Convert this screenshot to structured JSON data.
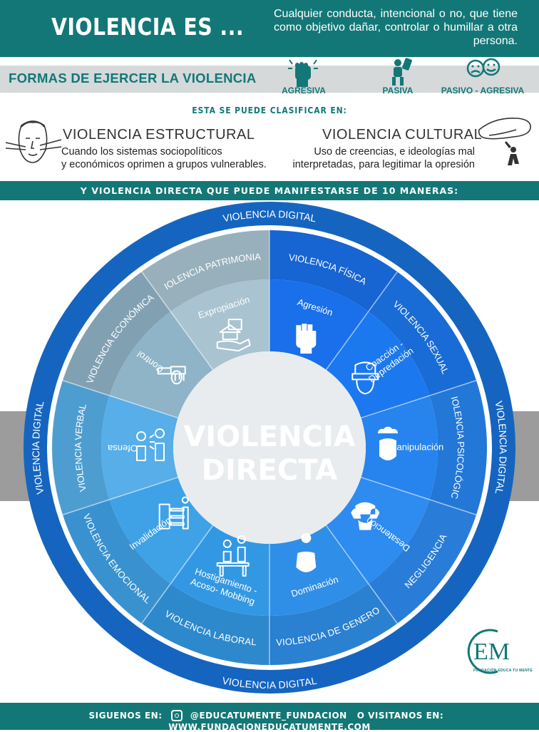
{
  "header": {
    "title": "VIOLENCIA ES ...",
    "definition": "Cualquier conducta, intencional o no, que tiene como objetivo dañar, controlar o humillar a otra persona."
  },
  "formas": {
    "title": "FORMAS DE EJERCER LA VIOLENCIA",
    "items": [
      {
        "label": "AGRESIVA",
        "icon": "fist-icon"
      },
      {
        "label": "PASIVA",
        "icon": "shield-person-icon"
      },
      {
        "label": "PASIVO - AGRESIVA",
        "icon": "two-faces-icon"
      }
    ]
  },
  "clasificacion": {
    "heading": "ESTA SE PUEDE CLASIFICAR EN:",
    "estructural": {
      "title": "VIOLENCIA ESTRUCTURAL",
      "desc_line1": "Cuando los sistemas sociopolíticos",
      "desc_line2": "y económicos oprimen a grupos vulnerables."
    },
    "cultural": {
      "title": "VIOLENCIA CULTURAL",
      "desc": "Uso de creencias, e ideologías mal interpretadas, para legitimar la opresión"
    }
  },
  "directa_heading": "Y VIOLENCIA DIRECTA QUE PUEDE MANIFESTARSE DE 10 MANERAS:",
  "wheel": {
    "center_line1": "VIOLENCIA",
    "center_line2": "DIRECTA",
    "outer_ring_label": "VIOLENCIA DIGITAL",
    "segments": [
      {
        "category": "VIOLENCIA FÍSICA",
        "item": "Agresión",
        "icon": "fist-icon",
        "color": "#1a6fea"
      },
      {
        "category": "VIOLENCIA SEXUAL",
        "item": "Coacción - Depredación",
        "icon": "blindfold-icon",
        "color": "#1c78ee"
      },
      {
        "category": "VIOLENCIA PSICOLÓGICA",
        "item": "Manipulación",
        "icon": "mind-cloud-icon",
        "color": "#2784ef"
      },
      {
        "category": "NEGLIGENCIA",
        "item": "Desatención",
        "icon": "covered-eyes-icon",
        "color": "#2e8bf0"
      },
      {
        "category": "VIOLENCIA DE GENERO",
        "item": "Dominación",
        "icon": "embrace-icon",
        "color": "#2f8ee8"
      },
      {
        "category": "VIOLENCIA LABORAL",
        "item": "Hostigamiento - Acoso- Mobbing",
        "icon": "office-harassment-icon",
        "color": "#3398e3"
      },
      {
        "category": "VIOLENCIA EMOCIONAL",
        "item": "Invalidación",
        "icon": "pointing-fingers-icon",
        "color": "#3fa2e6"
      },
      {
        "category": "VIOLENCIA VERBAL",
        "item": "Ofensa",
        "icon": "shouting-icon",
        "color": "#57aee8"
      },
      {
        "category": "VIOLENCIA ECONÓMICA",
        "item": "Control",
        "icon": "money-puppet-icon",
        "color": "#8fb3c7"
      },
      {
        "category": "VIOLENCIA PATRIMONIAL",
        "item": "Expropiación",
        "icon": "house-hand-icon",
        "color": "#a9c3d0"
      }
    ]
  },
  "logo": {
    "letters": "EM",
    "tagline": "FUNDACIÓN EDUCA TU MENTE"
  },
  "footer": {
    "siguenos": "SIGUENOS EN:",
    "handle": "@EDUCATUMENTE_FUNDACION",
    "visitanos": "O VISITANOS EN:",
    "website": "WWW.FUNDACIONEDUCATUMENTE.COM"
  }
}
